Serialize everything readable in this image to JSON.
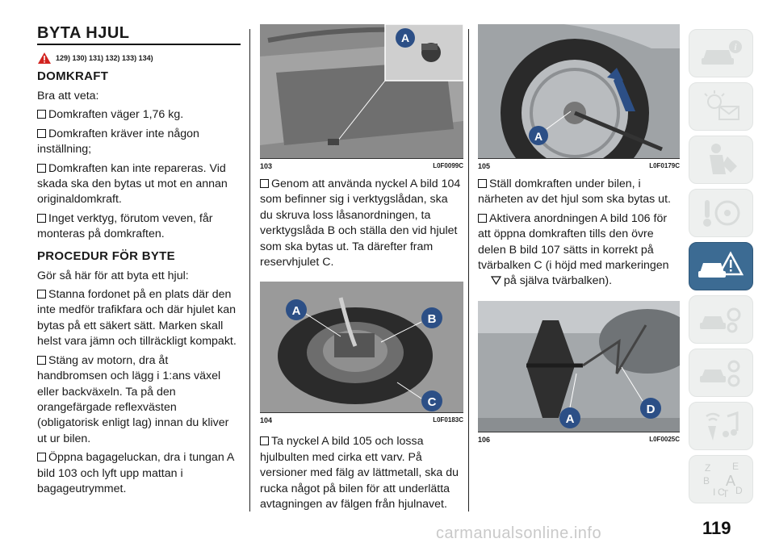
{
  "col1": {
    "title": "BYTA HJUL",
    "warning_refs": "129) 130) 131) 132) 133) 134)",
    "section1_heading": "DOMKRAFT",
    "intro": "Bra att veta:",
    "bullets1": [
      "Domkraften väger 1,76 kg.",
      "Domkraften kräver inte någon inställning;",
      "Domkraften kan inte repareras. Vid skada ska den bytas ut mot en annan originaldomkraft.",
      "Inget verktyg, förutom veven, får monteras på domkraften."
    ],
    "section2_heading": "PROCEDUR FÖR BYTE",
    "section2_intro": "Gör så här för att byta ett hjul:",
    "bullets2": [
      "Stanna fordonet på en plats där den inte medför trafikfara och där hjulet kan bytas på ett säkert sätt. Marken skall helst vara jämn och tillräckligt kompakt.",
      "Stäng av motorn, dra åt handbromsen och lägg i 1:ans växel eller backväxeln. Ta på den orangefärgade reflexvästen (obligatorisk enligt lag) innan du kliver ut ur bilen.",
      "Öppna bagageluckan, dra i tungan A bild 103 och lyft upp mattan i bagageutrymmet."
    ]
  },
  "col2": {
    "fig103": {
      "num": "103",
      "code": "L0F0099C",
      "label_a": "A"
    },
    "bullet1": "Genom att använda nyckel A bild 104 som befinner sig i verktygslådan, ska du skruva loss låsanordningen, ta verktygslåda B och ställa den vid hjulet som ska bytas ut. Ta därefter fram reservhjulet C.",
    "fig104": {
      "num": "104",
      "code": "L0F0183C",
      "label_a": "A",
      "label_b": "B",
      "label_c": "C"
    },
    "bullet2": "Ta nyckel A bild 105 och lossa hjulbulten med cirka ett varv. På versioner med fälg av lättmetall, ska du rucka något på bilen för att underlätta avtagningen av fälgen från hjulnavet."
  },
  "col3": {
    "fig105": {
      "num": "105",
      "code": "L0F0179C",
      "label_a": "A"
    },
    "bullet1": "Ställ domkraften under bilen, i närheten av det hjul som ska bytas ut.",
    "bullet2": "Aktivera anordningen A bild 106 för att öppna domkraften tills den övre delen B bild 107 sätts in korrekt på tvärbalken C (i höjd med markeringen",
    "bullet2_end": "på själva tvärbalken).",
    "fig106": {
      "num": "106",
      "code": "L0F0025C",
      "label_a": "A",
      "label_d": "D"
    }
  },
  "sidebar": {
    "tabs": [
      "car-info-icon",
      "warning-lights-icon",
      "seat-safety-icon",
      "steering-start-icon",
      "emergency-icon",
      "maintenance-icon",
      "technical-data-icon",
      "multimedia-icon",
      "index-icon"
    ],
    "active_tab": "emergency-icon",
    "index_letters": [
      "Z",
      "E",
      "B",
      "A",
      "I",
      "C",
      "T",
      "D"
    ]
  },
  "page_number": "119",
  "watermark": "carmanualsonline.info",
  "colors": {
    "accent": "#3c6b93",
    "label_blue": "#2c4f86"
  }
}
